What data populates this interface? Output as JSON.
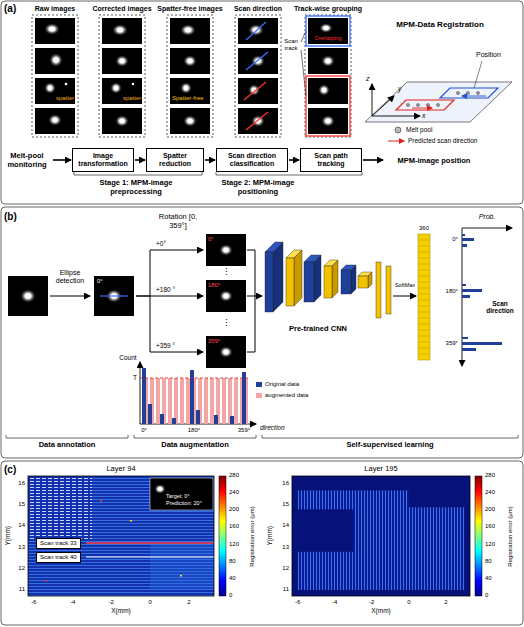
{
  "diagram": {
    "nodes": [
      {
        "text": [
          "Melt-pool monitoring"
        ]
      },
      {
        "text": [
          "Image transformation"
        ]
      },
      {
        "text": [
          "Spatter reduction"
        ]
      },
      {
        "text": [
          "Scan direction classification"
        ]
      },
      {
        "text": [
          "Scan path tracking"
        ]
      },
      {
        "text": [
          "MPM-image position"
        ]
      },
      {
        "text": [
          "Scan track 33"
        ]
      },
      {
        "text": [
          "Scan track 40"
        ]
      }
    ],
    "edges": [
      {
        "from": 0,
        "to": 1,
        "arrow": "to"
      },
      {
        "from": 1,
        "to": 2,
        "arrow": "to"
      },
      {
        "from": 2,
        "to": 3,
        "arrow": "to"
      },
      {
        "from": 3,
        "to": 4,
        "arrow": "to"
      },
      {
        "from": 4,
        "to": 5,
        "arrow": "to"
      }
    ],
    "labels": [
      "(a)",
      "Raw images",
      "Corrected images",
      "Spatter-free images",
      "Scan direction",
      "Track-wise grouping",
      "spatter",
      "spatter",
      "Spatter-free",
      "Scan track",
      "Overlapping",
      "MPM-Data Registration",
      "Position",
      "x",
      "y",
      "z",
      "Stage 1: MPM-image preprocessing",
      "Stage 2: MPM-image positioning",
      "(b)",
      "Ellipse detection",
      "0°",
      "Rotation [0, 359°]",
      "+0°",
      "+180 °",
      "+359 °",
      "0°",
      "180°",
      "359°",
      "⋮",
      "⋮",
      "Pre-trained CNN",
      "SoftMax",
      "360",
      "Prob.",
      "0°",
      "180°",
      "359°",
      "Scan direction",
      "Count",
      "T",
      "0°",
      "180°",
      "359°",
      "direction",
      "Data annotation",
      "Data augmentation",
      "Self-supervised learning",
      "(c)",
      "Layer 94",
      "Layer 195",
      "16",
      "15",
      "14",
      "13",
      "12",
      "11",
      "Y(mm)",
      "-6",
      "-4",
      "-2",
      "0",
      "2",
      "X(mm)",
      "280",
      "240",
      "200",
      "160",
      "120",
      "80",
      "40",
      "0",
      "Registration error (μm)",
      "Target: 0°",
      "Prediction: 20°",
      "16",
      "15",
      "14",
      "13",
      "12",
      "11",
      "Y(mm)",
      "-6",
      "-4",
      "-2",
      "0",
      "2",
      "X(mm)",
      "280",
      "240",
      "200",
      "160",
      "120",
      "80",
      "40",
      "0",
      "Registration error (μm)"
    ],
    "legend": [
      {
        "text": "Melt pool"
      },
      {
        "text": "Predicted scan direction"
      },
      {
        "text": "Original data",
        "color": "#1f3f99"
      },
      {
        "text": "augmented data",
        "color": "#f4a6a6"
      }
    ]
  }
}
